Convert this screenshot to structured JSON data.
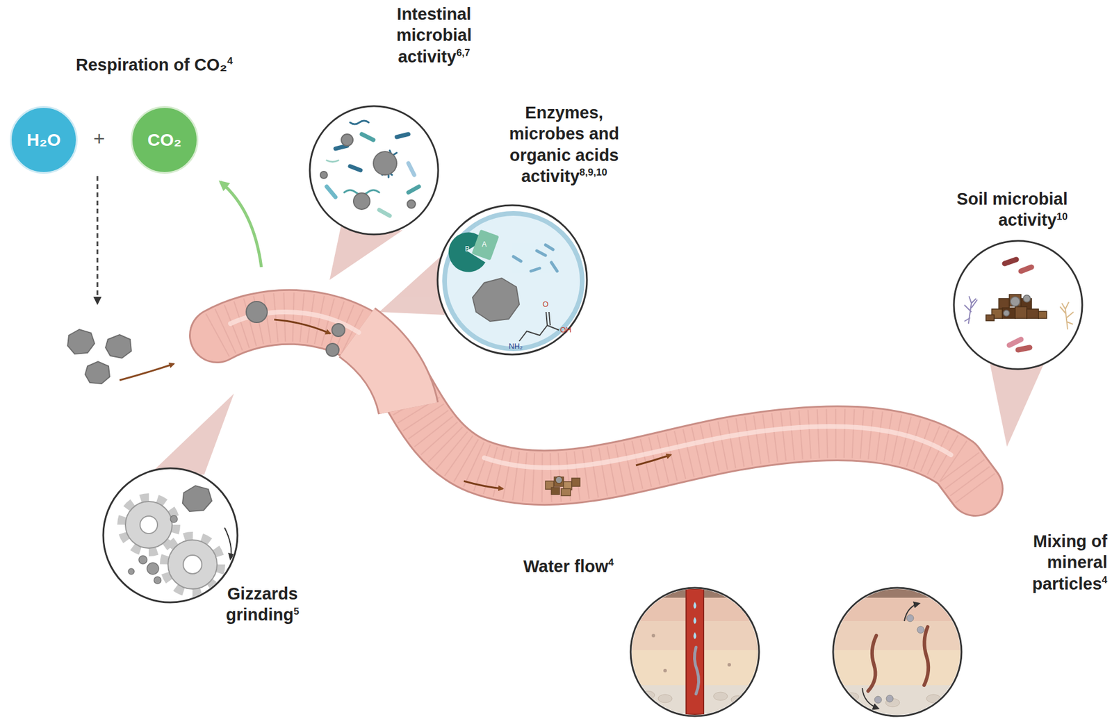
{
  "diagram": {
    "nodes": [
      {
        "text": [
          "H₂O"
        ]
      },
      {
        "text": [
          "CO₂"
        ]
      },
      {
        "text": [
          "Intestinal microbial activity",
          "6,7"
        ]
      },
      {
        "text": [
          "Enzymes, microbes and organic acids activity",
          "8,9,10"
        ]
      },
      {
        "text": [
          "Soil microbial activity",
          "10"
        ]
      },
      {
        "text": [
          "Gizzards grinding",
          "5"
        ]
      },
      {
        "text": [
          "Water flow",
          "4"
        ]
      },
      {
        "text": [
          "Mixing of mineral particles",
          "4"
        ]
      }
    ],
    "labels": [
      "Respiration of CO₂",
      "4",
      "+",
      "B",
      "A",
      "O",
      "OH",
      "NH₂"
    ]
  }
}
